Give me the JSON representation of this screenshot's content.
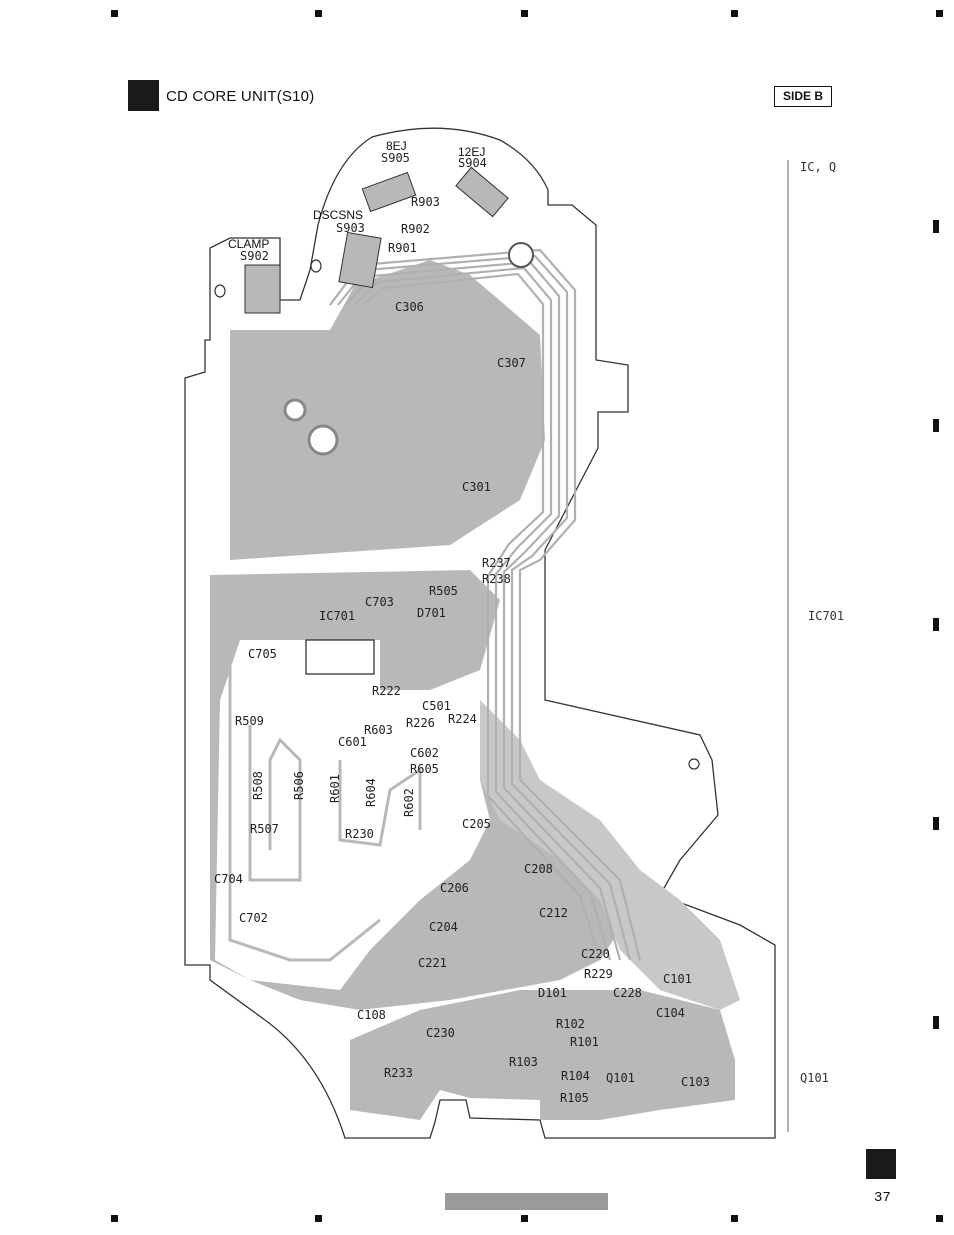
{
  "header": {
    "title": "CD CORE UNIT(S10)",
    "side": "SIDE B"
  },
  "footer": {
    "page_number": "37"
  },
  "side_labels": [
    "IC, Q",
    "IC701",
    "Q101"
  ],
  "switch_labels": [
    {
      "name": "8EJ",
      "ref": "S905"
    },
    {
      "name": "12EJ",
      "ref": "S904"
    },
    {
      "name": "DSCSNS",
      "ref": "S903"
    },
    {
      "name": "CLAMP",
      "ref": "S902"
    }
  ],
  "components": [
    "R903",
    "R902",
    "R901",
    "C306",
    "C307",
    "C301",
    "R237",
    "R238",
    "R505",
    "C703",
    "IC701",
    "D701",
    "C705",
    "R222",
    "C501",
    "R226",
    "R224",
    "R509",
    "R603",
    "C601",
    "C602",
    "R605",
    "R508",
    "R506",
    "R601",
    "R604",
    "R602",
    "R507",
    "R230",
    "C205",
    "C208",
    "C704",
    "C206",
    "C212",
    "C702",
    "C204",
    "C220",
    "C221",
    "R229",
    "C101",
    "D101",
    "C228",
    "C104",
    "R102",
    "C108",
    "C230",
    "R101",
    "R103",
    "R233",
    "R104",
    "Q101",
    "C103",
    "R105"
  ],
  "colors": {
    "copper": "#b8b8b8",
    "outline": "#333333",
    "ink": "#111111"
  }
}
